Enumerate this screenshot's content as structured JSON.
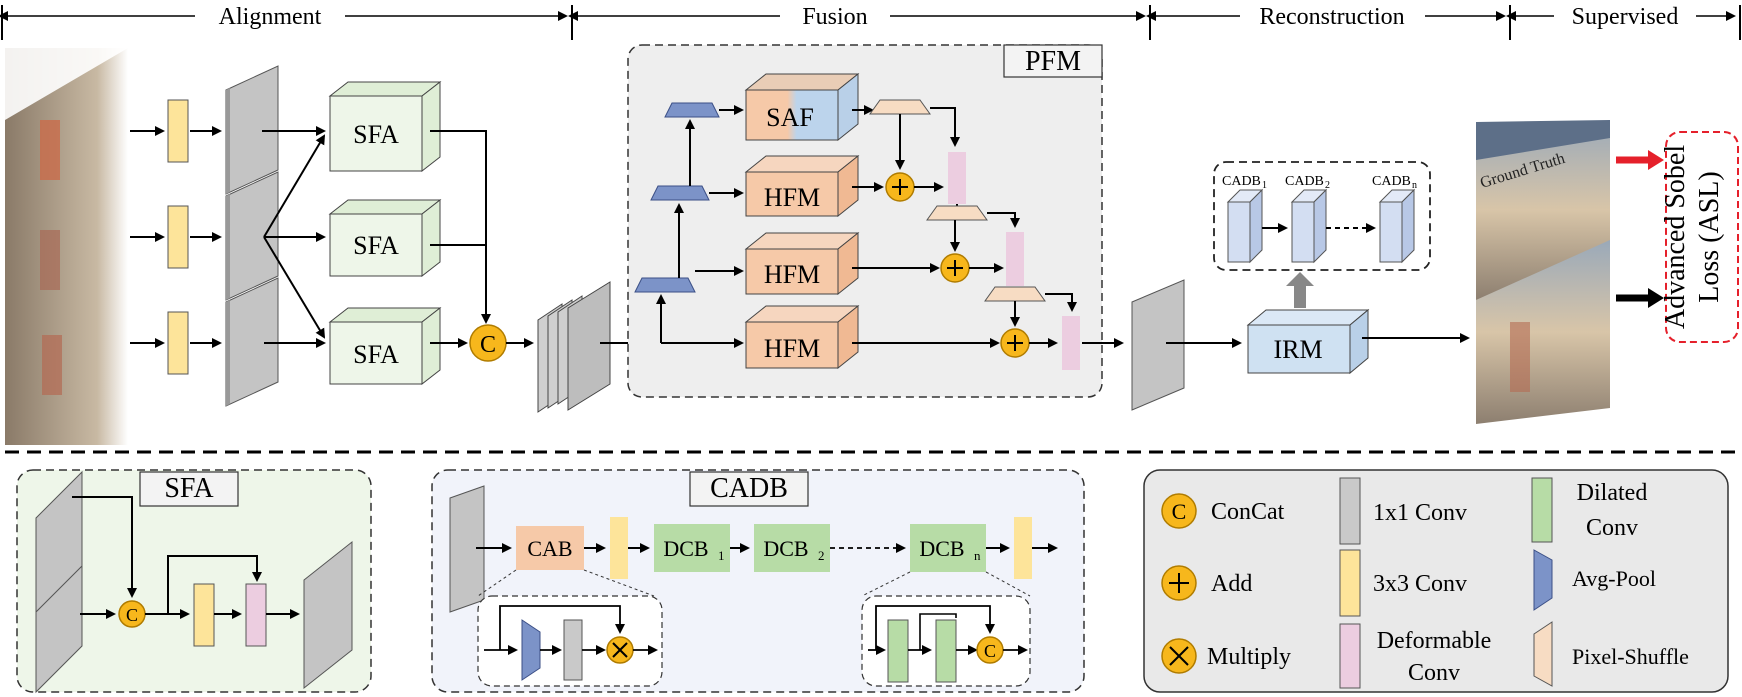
{
  "stages": {
    "alignment": "Alignment",
    "fusion": "Fusion",
    "reconstruction": "Reconstruction",
    "supervised": "Supervised"
  },
  "modules": {
    "sfa": "SFA",
    "pfm": "PFM",
    "saf": "SAF",
    "hfm": "HFM",
    "irm": "IRM",
    "concat_symbol": "C"
  },
  "cadb_chain": {
    "cadb_1": "CADB",
    "cadb_1_sub": "1",
    "cadb_2": "CADB",
    "cadb_2_sub": "2",
    "cadb_n": "CADB",
    "cadb_n_sub": "n"
  },
  "ground_truth_label": "Ground Truth",
  "loss": {
    "line1": "Advanced Sobel",
    "line2": "Loss (ASL)"
  },
  "sfa_detail": {
    "title": "SFA"
  },
  "cadb_detail": {
    "title": "CADB",
    "cab": "CAB",
    "dcb_1": "DCB",
    "dcb_1_sub": "1",
    "dcb_2": "DCB",
    "dcb_2_sub": "2",
    "dcb_n": "DCB",
    "dcb_n_sub": "n"
  },
  "legend": {
    "concat": "ConCat",
    "add": "Add",
    "multiply": "Multiply",
    "conv1x1": "1x1 Conv",
    "conv3x3": "3x3 Conv",
    "deformable_1": "Deformable",
    "deformable_2": "Conv",
    "dilated_1": "Dilated",
    "dilated_2": "Conv",
    "avgpool": "Avg-Pool",
    "pixelshuffle": "Pixel-Shuffle"
  },
  "colors": {
    "conv1x1": "#c9c9c9",
    "conv3x3": "#fde49a",
    "deformable": "#eccde0",
    "dilated": "#b7dca6",
    "avgpool": "#7c93c8",
    "pixelshuffle": "#f7dcc3",
    "sfa": "#eef6e9",
    "hfm": "#f6c9a8",
    "irm": "#cfe1f2",
    "circle": "#f7b71c",
    "pfm_bg": "#eeeeee",
    "loss_border": "#e5202b",
    "arrow_red": "#e5202b"
  }
}
